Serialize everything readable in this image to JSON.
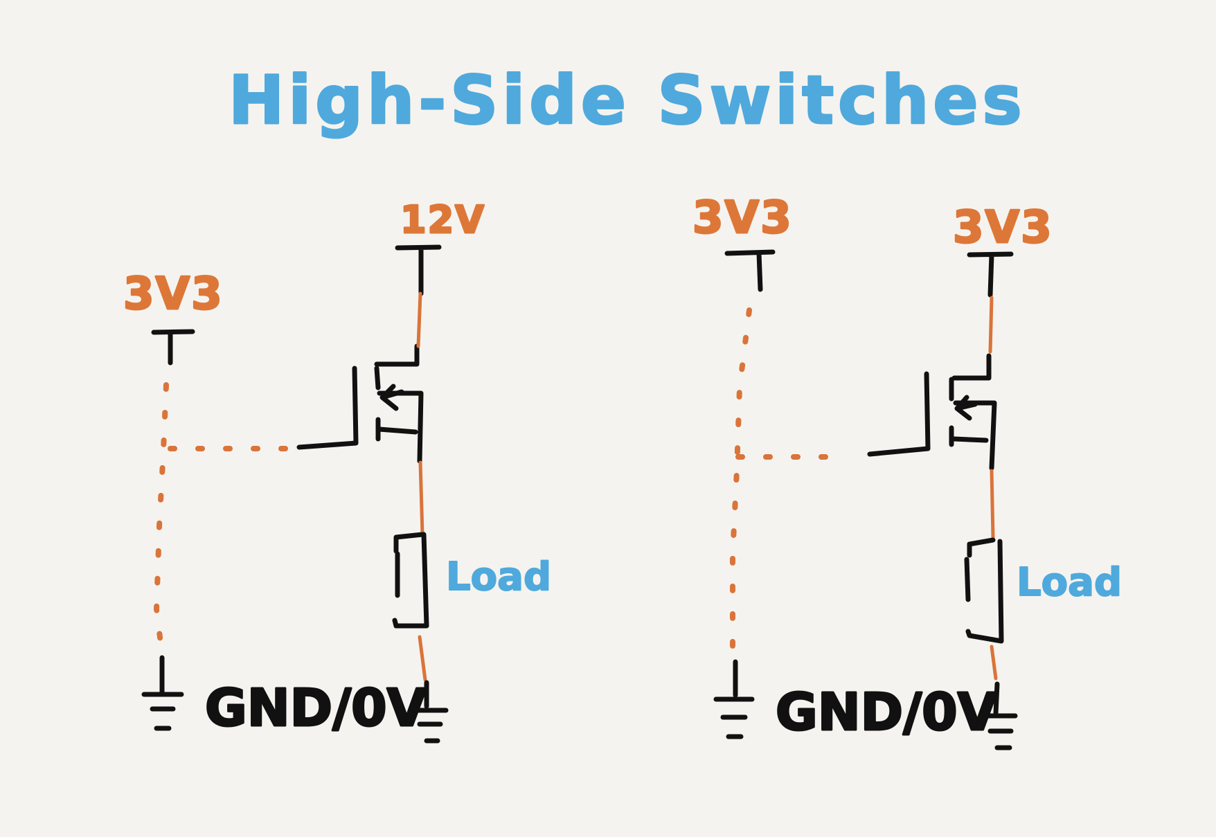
{
  "title": "High-Side Switches",
  "colors": {
    "background": "#f5f3ef",
    "title": "#4fa9dc",
    "voltage": "#dd7738",
    "wire_black": "#111111",
    "wire_orange": "#d9743a",
    "load_text": "#4fa9dc"
  },
  "left_circuit": {
    "gate_supply_label": "3V3",
    "load_supply_label": "12V",
    "load_label": "Load",
    "ground_label": "GND/0V"
  },
  "right_circuit": {
    "gate_supply_label": "3V3",
    "load_supply_label": "3V3",
    "load_label": "Load",
    "ground_label": "GND/0V"
  }
}
